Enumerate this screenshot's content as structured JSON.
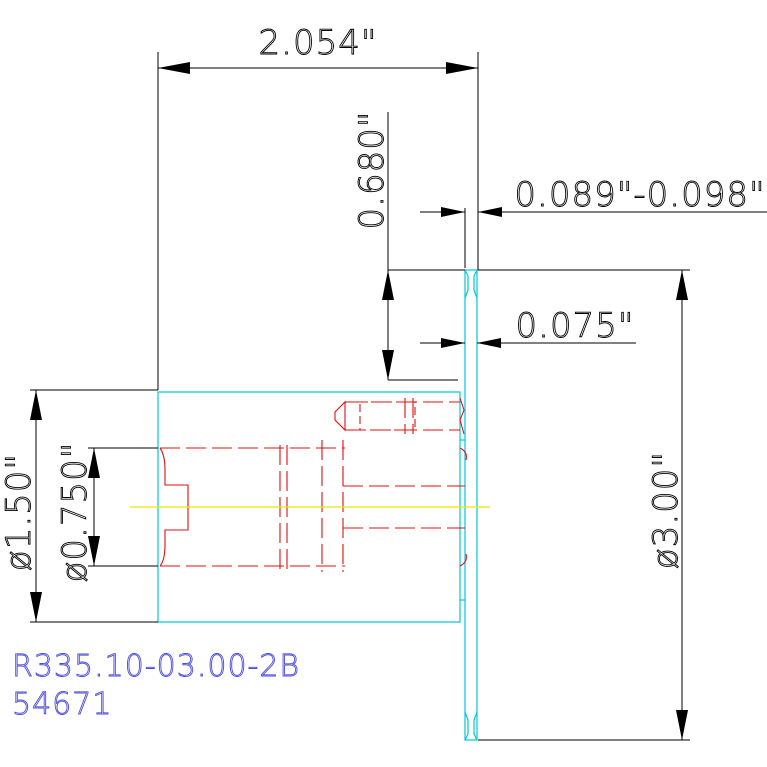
{
  "dimensions": {
    "overall_length": "2.054\"",
    "flange_height": "0.680\"",
    "width_range": "0.089\"-0.098\"",
    "thickness": "0.075\"",
    "outer_diameter": "ø3.00\"",
    "hub_diameter": "ø1.50\"",
    "bore_diameter": "ø0.750\""
  },
  "part_label": {
    "part_number": "R335.10-03.00-2B",
    "serial": "54671"
  },
  "colors": {
    "dimension": "#000000",
    "outline": "#00c8d8",
    "hidden": "#e01010",
    "centerline": "#e6e600",
    "label": "#4b4bdc"
  }
}
